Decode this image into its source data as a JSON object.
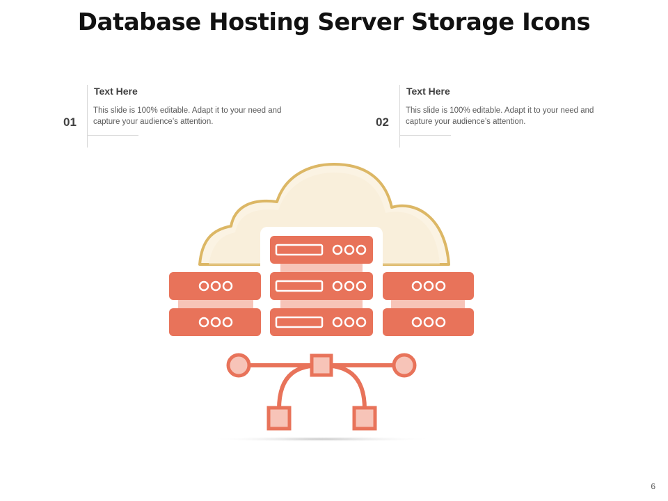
{
  "title": "Database Hosting Server Storage Icons",
  "items": [
    {
      "number": "01",
      "heading": "Text Here",
      "text": "This slide is 100% editable. Adapt it to your need and capture your audience’s attention."
    },
    {
      "number": "02",
      "heading": "Text Here",
      "text": "This slide is 100% editable. Adapt it to your need and capture your audience’s attention."
    }
  ],
  "page_number": "6",
  "colors": {
    "server": "#e8735a",
    "server_light": "#f7c4b8",
    "cloud_fill": "#fbf3e3",
    "cloud_outline": "#dcb765",
    "text_dark": "#404040"
  },
  "icons": [
    "cloud-icon",
    "server-rack-icon",
    "network-node-icon"
  ]
}
